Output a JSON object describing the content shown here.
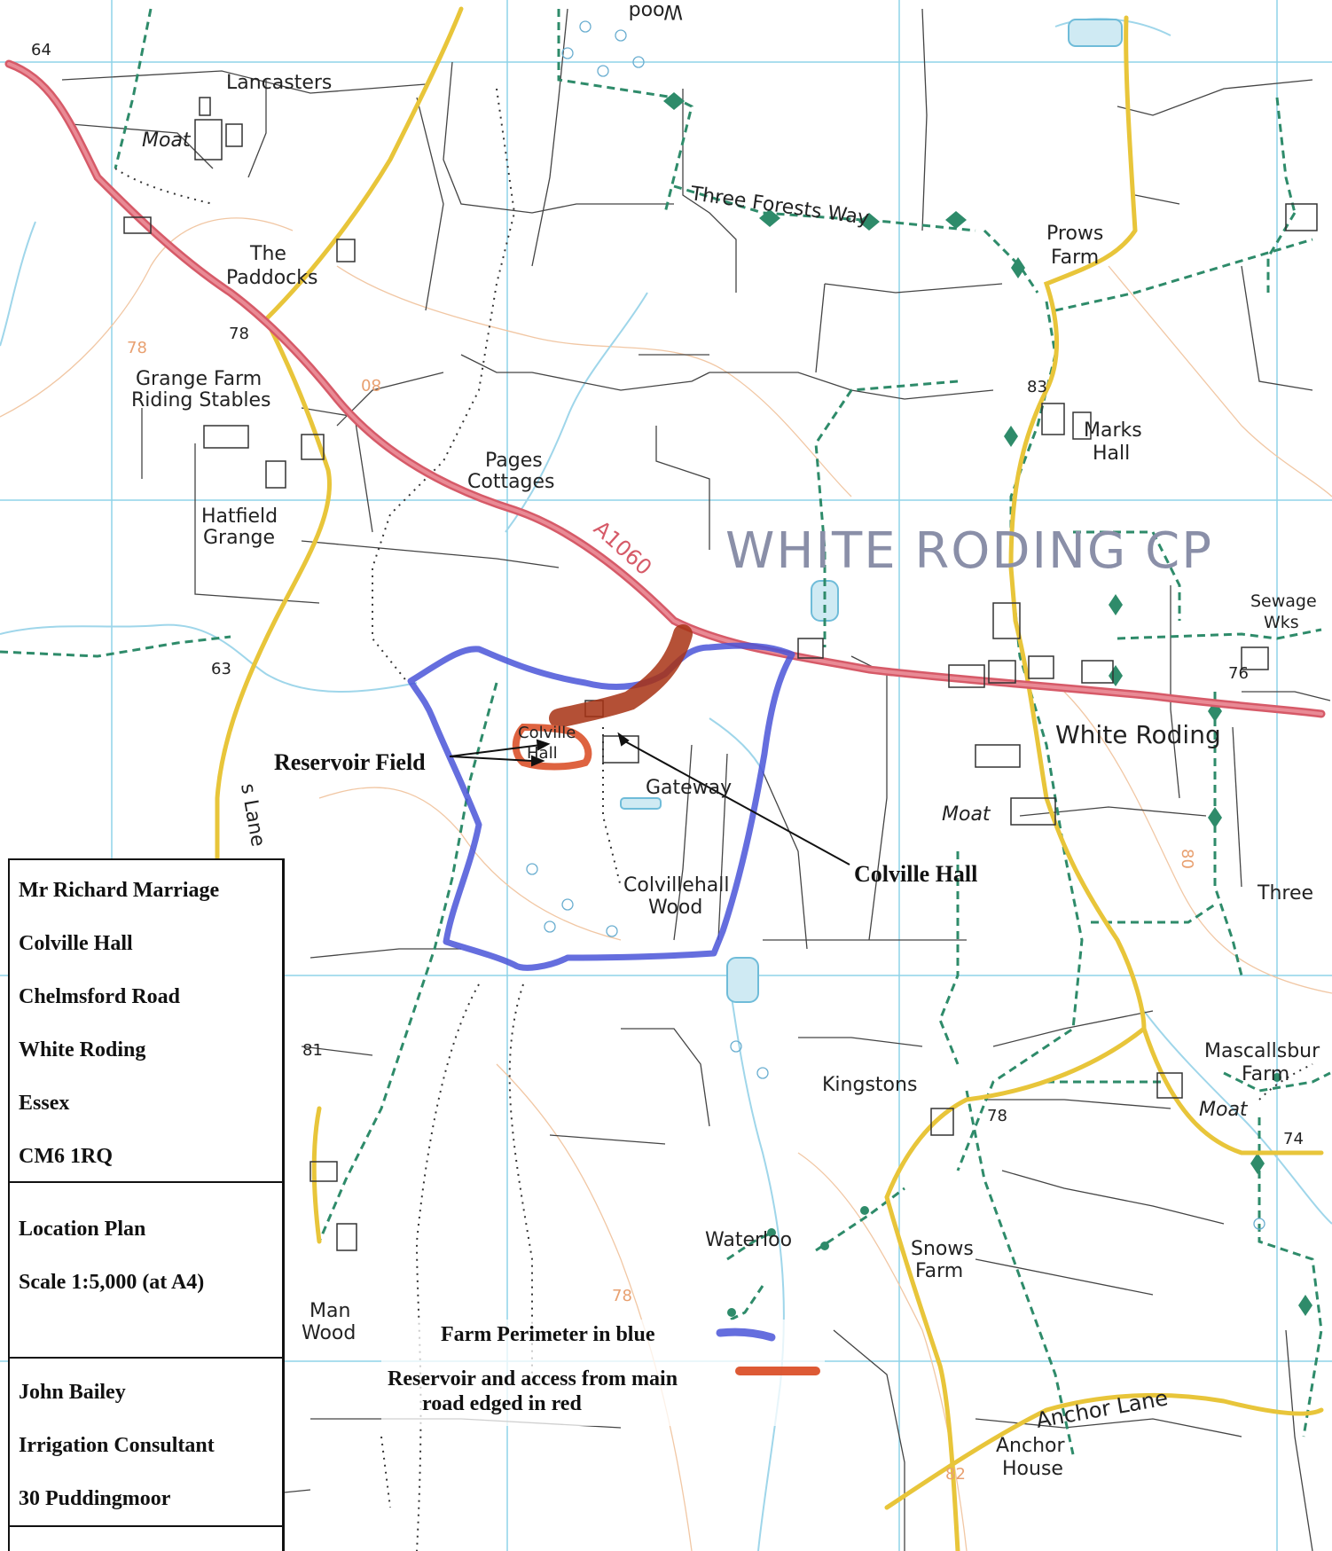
{
  "place_labels": [
    {
      "id": "lancasters",
      "text": "Lancasters"
    },
    {
      "id": "moat-nw",
      "text": "Moat"
    },
    {
      "id": "the",
      "text": "The"
    },
    {
      "id": "paddocks",
      "text": "Paddocks"
    },
    {
      "id": "grange-farm",
      "text": "Grange Farm"
    },
    {
      "id": "riding-stables",
      "text": "Riding Stables"
    },
    {
      "id": "hatfield",
      "text": "Hatfield"
    },
    {
      "id": "grange",
      "text": "Grange"
    },
    {
      "id": "pages",
      "text": "Pages"
    },
    {
      "id": "cottages",
      "text": "Cottages"
    },
    {
      "id": "wood-top",
      "text": "Wood"
    },
    {
      "id": "three-forests-way",
      "text": "Three Forests Way"
    },
    {
      "id": "prows",
      "text": "Prows"
    },
    {
      "id": "farm-prows",
      "text": "Farm"
    },
    {
      "id": "marks",
      "text": "Marks"
    },
    {
      "id": "hall-marks",
      "text": "Hall"
    },
    {
      "id": "sewage",
      "text": "Sewage"
    },
    {
      "id": "wks",
      "text": "Wks"
    },
    {
      "id": "white-roding",
      "text": "White Roding"
    },
    {
      "id": "moat-wr",
      "text": "Moat"
    },
    {
      "id": "three-right",
      "text": "Three"
    },
    {
      "id": "gateway",
      "text": "Gateway"
    },
    {
      "id": "colvillehall",
      "text": "Colvillehall"
    },
    {
      "id": "wood-colville",
      "text": "Wood"
    },
    {
      "id": "colville-on-map",
      "text": "Colville"
    },
    {
      "id": "hall-on-map",
      "text": "Hall"
    },
    {
      "id": "kingstons",
      "text": "Kingstons"
    },
    {
      "id": "mascallsbur",
      "text": "Mascallsbur"
    },
    {
      "id": "farm-mascalls",
      "text": "Farm"
    },
    {
      "id": "moat-se",
      "text": "Moat"
    },
    {
      "id": "waterloo",
      "text": "Waterloo"
    },
    {
      "id": "snows",
      "text": "Snows"
    },
    {
      "id": "farm-snows",
      "text": "Farm"
    },
    {
      "id": "man",
      "text": "Man"
    },
    {
      "id": "wood-man",
      "text": "Wood"
    },
    {
      "id": "anchor-lane",
      "text": "Anchor Lane"
    },
    {
      "id": "anchor",
      "text": "Anchor"
    },
    {
      "id": "house",
      "text": "House"
    },
    {
      "id": "lane-left",
      "text": "s Lane"
    }
  ],
  "parish_label": "WHITE RODING CP",
  "road_label": "A1060",
  "spot_heights": [
    {
      "id": "h64",
      "text": "64"
    },
    {
      "id": "h78-nw",
      "text": "78"
    },
    {
      "id": "h63",
      "text": "63"
    },
    {
      "id": "h83",
      "text": "83"
    },
    {
      "id": "h76",
      "text": "76"
    },
    {
      "id": "h81",
      "text": "81"
    },
    {
      "id": "h78-se",
      "text": "78"
    },
    {
      "id": "h74",
      "text": "74"
    }
  ],
  "contour_labels": [
    {
      "id": "c78-a",
      "text": "78"
    },
    {
      "id": "c80-a",
      "text": "80"
    },
    {
      "id": "c80-b",
      "text": "80"
    },
    {
      "id": "c78-b",
      "text": "78"
    },
    {
      "id": "c82",
      "text": "82"
    }
  ],
  "annotations": {
    "reservoir_field": "Reservoir Field",
    "colville_hall": "Colville Hall"
  },
  "legend": {
    "perimeter": "Farm Perimeter in blue",
    "reservoir_line1": "Reservoir and access from main",
    "reservoir_line2": "road edged in red"
  },
  "info_box": {
    "address": [
      "Mr Richard Marriage",
      "Colville Hall",
      "Chelmsford Road",
      "White Roding",
      "Essex",
      "CM6 1RQ"
    ],
    "plan": [
      "Location Plan",
      "Scale 1:5,000 (at A4)"
    ],
    "consultant": [
      "John Bailey",
      "Irrigation Consultant",
      "30 Puddingmoor"
    ]
  },
  "colors": {
    "main_road": "#d65a68",
    "minor_road": "#e8c53a",
    "footpath": "#2e8b6a",
    "perimeter": "#4a55d8",
    "reservoir": "#c43a1e",
    "grid": "#8fd3e8",
    "water": "#9fd6ea"
  }
}
